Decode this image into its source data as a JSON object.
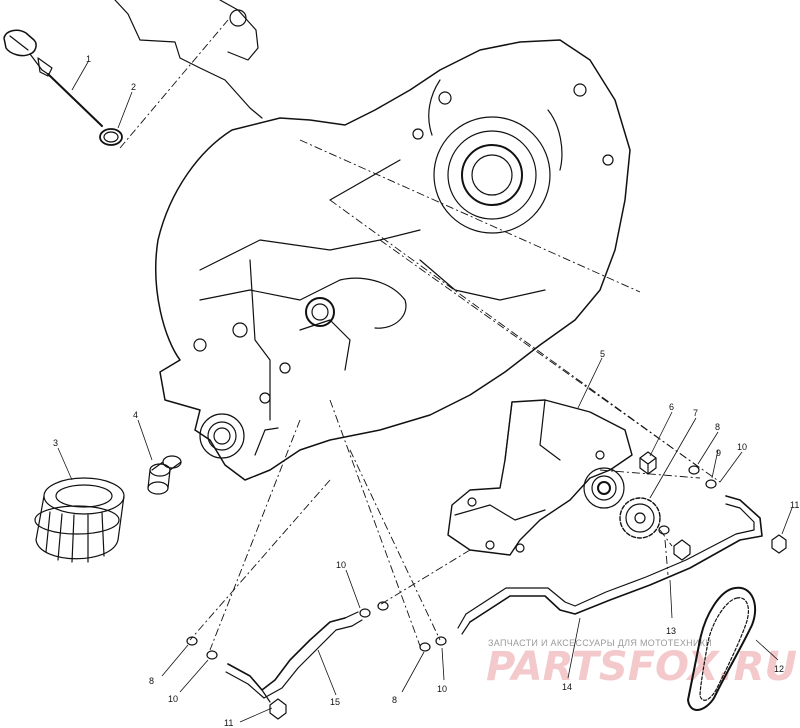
{
  "callouts": [
    {
      "num": "1"
    },
    {
      "num": "2"
    },
    {
      "num": "3"
    },
    {
      "num": "4"
    },
    {
      "num": "5"
    },
    {
      "num": "6"
    },
    {
      "num": "7"
    },
    {
      "num": "8"
    },
    {
      "num": "9"
    },
    {
      "num": "10"
    },
    {
      "num": "11"
    },
    {
      "num": "12"
    },
    {
      "num": "13"
    },
    {
      "num": "14"
    },
    {
      "num": "15"
    },
    {
      "num": "10"
    },
    {
      "num": "8"
    },
    {
      "num": "10"
    },
    {
      "num": "8"
    },
    {
      "num": "10"
    },
    {
      "num": "11"
    }
  ],
  "watermark": {
    "tagline": "ЗАПЧАСТИ И АКСЕССУАРЫ ДЛЯ МОТОТЕХНИКИ",
    "logo": "PARTSFOX.RU"
  }
}
